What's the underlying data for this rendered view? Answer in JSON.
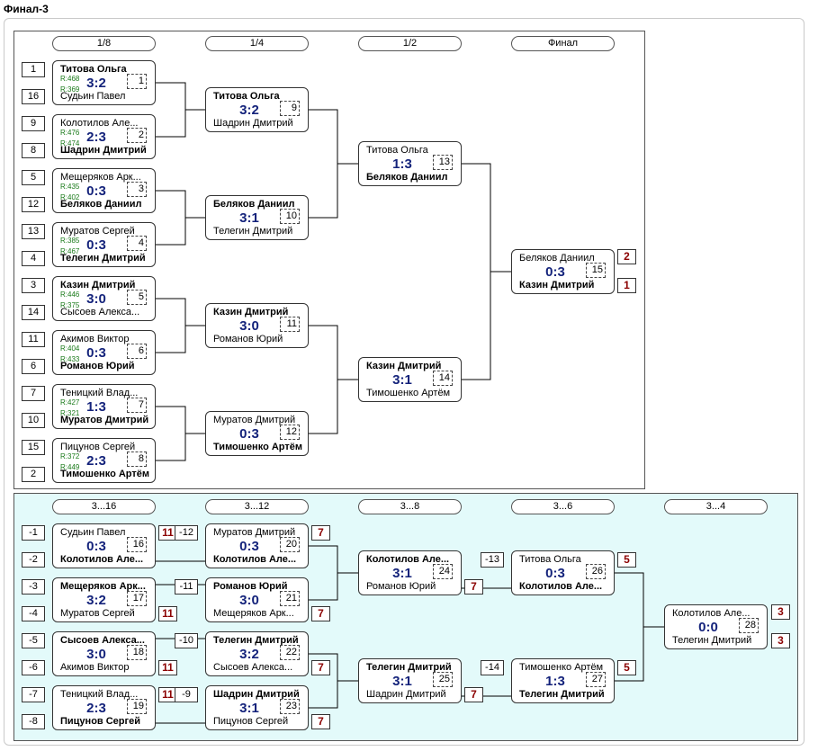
{
  "title": "Финал-3",
  "main": {
    "rounds": [
      "1/8",
      "1/4",
      "1/2",
      "Финал"
    ],
    "r1": [
      {
        "seeds": [
          "1",
          "16"
        ],
        "top": "Титова Ольга",
        "bottom": "Судьин Павел",
        "winner": "top",
        "score": "3:2",
        "num": "1",
        "ratings": [
          "R:468",
          "R:369"
        ]
      },
      {
        "seeds": [
          "9",
          "8"
        ],
        "top": "Колотилов Але...",
        "bottom": "Шадрин Дмитрий",
        "winner": "bottom",
        "score": "2:3",
        "num": "2",
        "ratings": [
          "R:476",
          "R:474"
        ]
      },
      {
        "seeds": [
          "5",
          "12"
        ],
        "top": "Мещеряков Арк...",
        "bottom": "Беляков Даниил",
        "winner": "bottom",
        "score": "0:3",
        "num": "3",
        "ratings": [
          "R:435",
          "R:402"
        ]
      },
      {
        "seeds": [
          "13",
          "4"
        ],
        "top": "Муратов Сергей",
        "bottom": "Телегин Дмитрий",
        "winner": "bottom",
        "score": "0:3",
        "num": "4",
        "ratings": [
          "R:385",
          "R:467"
        ]
      },
      {
        "seeds": [
          "3",
          "14"
        ],
        "top": "Казин Дмитрий",
        "bottom": "Сысоев Алекса...",
        "winner": "top",
        "score": "3:0",
        "num": "5",
        "ratings": [
          "R:446",
          "R:375"
        ]
      },
      {
        "seeds": [
          "11",
          "6"
        ],
        "top": "Акимов Виктор",
        "bottom": "Романов Юрий",
        "winner": "bottom",
        "score": "0:3",
        "num": "6",
        "ratings": [
          "R:404",
          "R:433"
        ]
      },
      {
        "seeds": [
          "7",
          "10"
        ],
        "top": "Теницкий Влад...",
        "bottom": "Муратов Дмитрий",
        "winner": "bottom",
        "score": "1:3",
        "num": "7",
        "ratings": [
          "R:427",
          "R:321"
        ]
      },
      {
        "seeds": [
          "15",
          "2"
        ],
        "top": "Пицунов Сергей",
        "bottom": "Тимошенко Артём",
        "winner": "bottom",
        "score": "2:3",
        "num": "8",
        "ratings": [
          "R:372",
          "R:449"
        ]
      }
    ],
    "r2": [
      {
        "top": "Титова Ольга",
        "bottom": "Шадрин Дмитрий",
        "winner": "top",
        "score": "3:2",
        "num": "9"
      },
      {
        "top": "Беляков Даниил",
        "bottom": "Телегин Дмитрий",
        "winner": "top",
        "score": "3:1",
        "num": "10"
      },
      {
        "top": "Казин Дмитрий",
        "bottom": "Романов Юрий",
        "winner": "top",
        "score": "3:0",
        "num": "11"
      },
      {
        "top": "Муратов Дмитрий",
        "bottom": "Тимошенко Артём",
        "winner": "bottom",
        "score": "0:3",
        "num": "12"
      }
    ],
    "r3": [
      {
        "top": "Титова Ольга",
        "bottom": "Беляков Даниил",
        "winner": "bottom",
        "score": "1:3",
        "num": "13"
      },
      {
        "top": "Казин Дмитрий",
        "bottom": "Тимошенко Артём",
        "winner": "top",
        "score": "3:1",
        "num": "14"
      }
    ],
    "final": {
      "top": "Беляков Даниил",
      "bottom": "Казин Дмитрий",
      "winner": "bottom",
      "score": "0:3",
      "num": "15",
      "ranks": [
        "2",
        "1"
      ]
    }
  },
  "consolation": {
    "rounds": [
      "3...16",
      "3...12",
      "3...8",
      "3...6",
      "3...4"
    ],
    "c1": [
      {
        "seeds": [
          "-1",
          "-2"
        ],
        "top": "Судьин Павел",
        "bottom": "Колотилов Але...",
        "winner": "bottom",
        "score": "0:3",
        "num": "16",
        "rank": "11"
      },
      {
        "seeds": [
          "-3",
          "-4"
        ],
        "top": "Мещеряков Арк...",
        "bottom": "Муратов Сергей",
        "winner": "top",
        "score": "3:2",
        "num": "17",
        "rank": "11"
      },
      {
        "seeds": [
          "-5",
          "-6"
        ],
        "top": "Сысоев Алекса...",
        "bottom": "Акимов Виктор",
        "winner": "top",
        "score": "3:0",
        "num": "18",
        "rank": "11"
      },
      {
        "seeds": [
          "-7",
          "-8"
        ],
        "top": "Теницкий Влад...",
        "bottom": "Пицунов Сергей",
        "winner": "bottom",
        "score": "2:3",
        "num": "19",
        "rank": "11"
      }
    ],
    "c2": [
      {
        "seed": "-12",
        "top": "Муратов Дмитрий",
        "bottom": "Колотилов Але...",
        "winner": "bottom",
        "score": "0:3",
        "num": "20",
        "rank": "7"
      },
      {
        "seed": "-11",
        "top": "Романов Юрий",
        "bottom": "Мещеряков Арк...",
        "winner": "top",
        "score": "3:0",
        "num": "21",
        "rank": "7"
      },
      {
        "seed": "-10",
        "top": "Телегин Дмитрий",
        "bottom": "Сысоев Алекса...",
        "winner": "top",
        "score": "3:2",
        "num": "22",
        "rank": "7"
      },
      {
        "seed": "-9",
        "top": "Шадрин Дмитрий",
        "bottom": "Пицунов Сергей",
        "winner": "top",
        "score": "3:1",
        "num": "23",
        "rank": "7"
      }
    ],
    "c3": [
      {
        "top": "Колотилов Але...",
        "bottom": "Романов Юрий",
        "winner": "top",
        "score": "3:1",
        "num": "24",
        "rank": "7"
      },
      {
        "top": "Телегин Дмитрий",
        "bottom": "Шадрин Дмитрий",
        "winner": "top",
        "score": "3:1",
        "num": "25",
        "rank": "7"
      }
    ],
    "c4": [
      {
        "seed": "-13",
        "top": "Титова Ольга",
        "bottom": "Колотилов Але...",
        "winner": "bottom",
        "score": "0:3",
        "num": "26",
        "rank": "5"
      },
      {
        "seed": "-14",
        "top": "Тимошенко Артём",
        "bottom": "Телегин Дмитрий",
        "winner": "bottom",
        "score": "1:3",
        "num": "27",
        "rank": "5"
      }
    ],
    "c5": {
      "top": "Колотилов Але...",
      "bottom": "Телегин Дмитрий",
      "winner": "none",
      "score": "0:0",
      "num": "28",
      "ranks": [
        "3",
        "3"
      ]
    }
  }
}
